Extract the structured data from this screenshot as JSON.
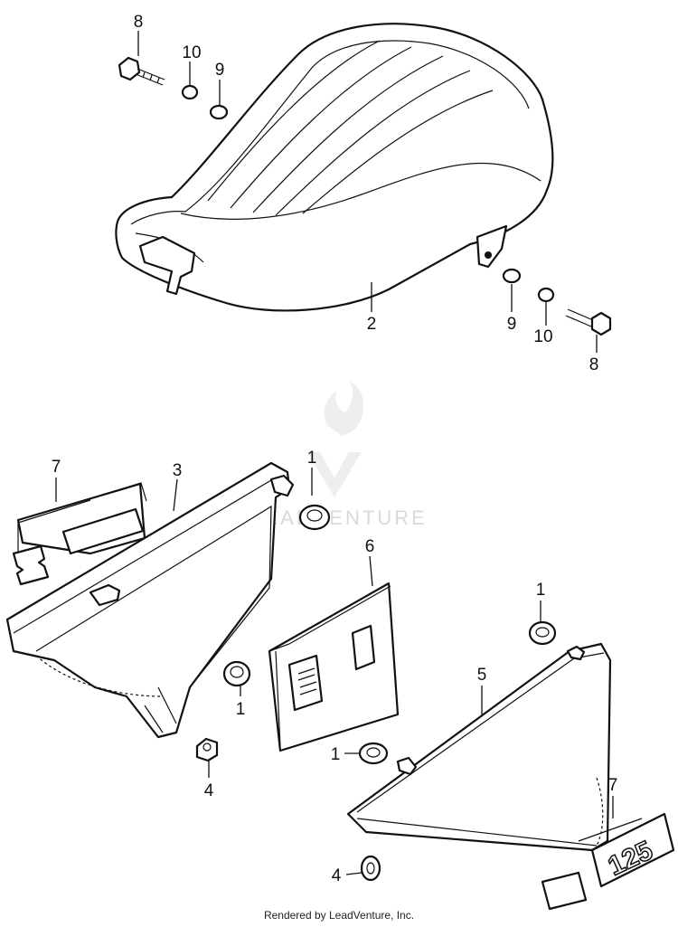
{
  "watermark": {
    "text": "LEADVENTURE"
  },
  "footer": {
    "text": "Rendered by LeadVenture, Inc."
  },
  "callouts": [
    {
      "id": "c8a",
      "label": "8"
    },
    {
      "id": "c10a",
      "label": "10"
    },
    {
      "id": "c9a",
      "label": "9"
    },
    {
      "id": "c2",
      "label": "2"
    },
    {
      "id": "c9b",
      "label": "9"
    },
    {
      "id": "c10b",
      "label": "10"
    },
    {
      "id": "c8b",
      "label": "8"
    },
    {
      "id": "c7a",
      "label": "7"
    },
    {
      "id": "c3",
      "label": "3"
    },
    {
      "id": "c1a",
      "label": "1"
    },
    {
      "id": "c6",
      "label": "6"
    },
    {
      "id": "c1b",
      "label": "1"
    },
    {
      "id": "c4a",
      "label": "4"
    },
    {
      "id": "c1c",
      "label": "1"
    },
    {
      "id": "c5",
      "label": "5"
    },
    {
      "id": "c1d",
      "label": "1"
    },
    {
      "id": "c7b",
      "label": "7"
    },
    {
      "id": "c4b",
      "label": "4"
    }
  ],
  "decals": {
    "right_model": "125"
  }
}
